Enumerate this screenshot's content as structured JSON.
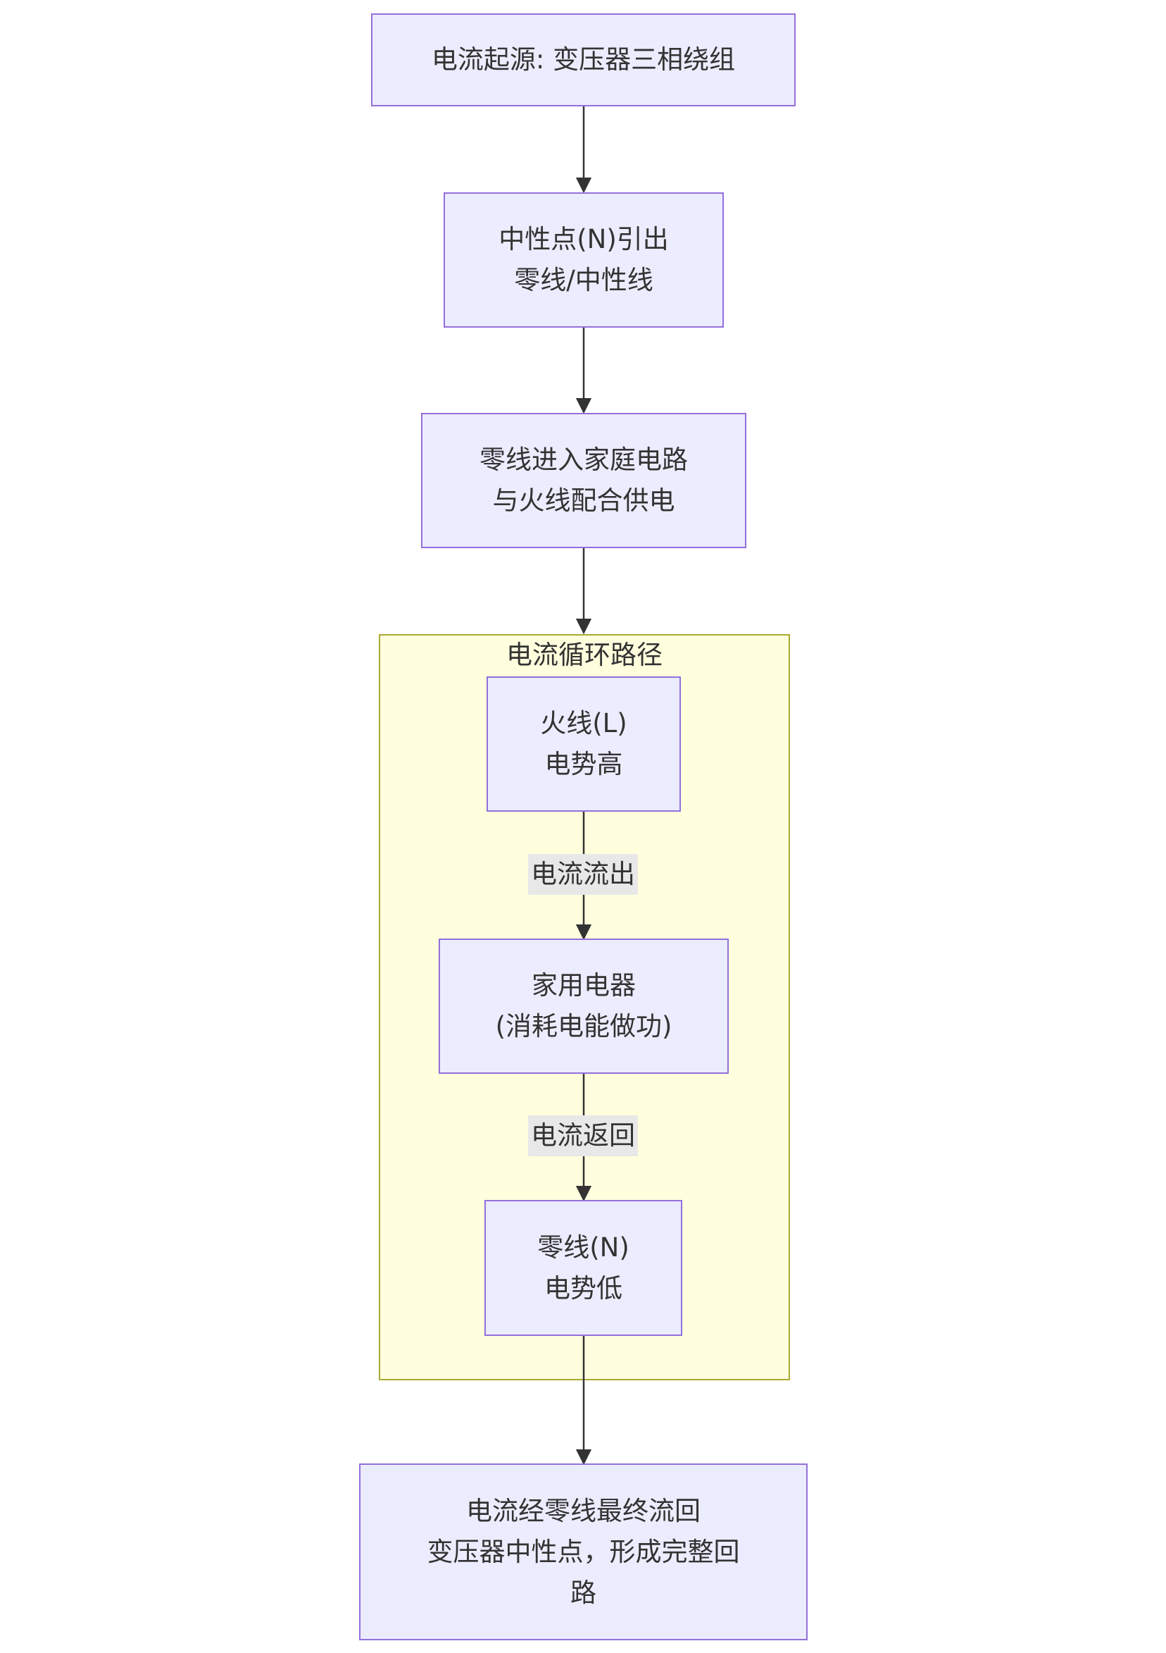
{
  "nodes": {
    "source": [
      "电流起源: 变压器三相绕组"
    ],
    "neutral_point": [
      "中性点(N)引出",
      "零线/中性线"
    ],
    "enter_home": [
      "零线进入家庭电路",
      "与火线配合供电"
    ],
    "live": [
      "火线(L)",
      "电势高"
    ],
    "appliance": [
      "家用电器",
      "(消耗电能做功)"
    ],
    "neutral_wire": [
      "零线(N)",
      "电势低"
    ],
    "return": [
      "电流经零线最终流回",
      "变压器中性点，形成完整回",
      "路"
    ]
  },
  "cluster": {
    "title": "电流循环路径"
  },
  "edge_labels": {
    "outflow": "电流流出",
    "return_flow": "电流返回"
  },
  "colors": {
    "node_fill": "#ececff",
    "node_stroke": "#9370db",
    "cluster_fill": "#ffffde",
    "cluster_stroke": "#aaaa33",
    "edge": "#333333",
    "edge_label_bg": "#e8e8e8"
  }
}
